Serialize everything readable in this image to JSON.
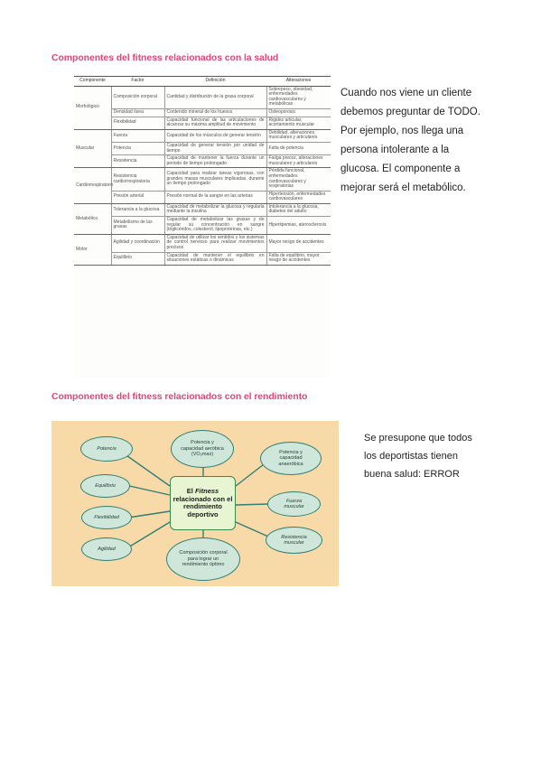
{
  "headings": {
    "health": "Componentes del fitness relacionados con la salud",
    "performance": "Componentes del fitness relacionados con el rendimiento"
  },
  "table": {
    "headers": [
      "Componente",
      "Factor",
      "Definición",
      "Alteraciones"
    ],
    "groups": [
      {
        "component": "Morfológico",
        "rows": [
          {
            "factor": "Composición corporal",
            "definition": "Cantidad y distribución de la grasa corporal",
            "alteration": "Sobrepeso, obesidad, enfermedades cardiovasculares y metabólicas"
          },
          {
            "factor": "Densidad ósea",
            "definition": "Contenido mineral de los huesos",
            "alteration": "Osteoporosis"
          },
          {
            "factor": "Flexibilidad",
            "definition": "Capacidad funcional de las articulaciones de alcanzar su máxima amplitud de movimiento",
            "alteration": "Rigidez articular, acortamiento muscular"
          }
        ]
      },
      {
        "component": "Muscular",
        "rows": [
          {
            "factor": "Fuerza",
            "definition": "Capacidad de los músculos de generar tensión",
            "alteration": "Debilidad, alteraciones musculares y articulares"
          },
          {
            "factor": "Potencia",
            "definition": "Capacidad de generar tensión por unidad de tiempo",
            "alteration": "Falta de potencia"
          },
          {
            "factor": "Resistencia",
            "definition": "Capacidad de mantener la fuerza durante un periodo de tiempo prolongado",
            "alteration": "Fatiga precoz, alteraciones musculares y articulares"
          }
        ]
      },
      {
        "component": "Cardiorrespiratorio",
        "rows": [
          {
            "factor": "Resistencia cardiorrespiratoria",
            "definition": "Capacidad para realizar tareas vigorosas, con grandes masas musculares implicadas, durante un tiempo prolongado",
            "alteration": "Pérdida funcional, enfermedades cardiovasculares y respiratorias"
          },
          {
            "factor": "Presión arterial",
            "definition": "Presión normal de la sangre en las arterias",
            "alteration": "Hipertensión, enfermedades cardiovasculares"
          }
        ]
      },
      {
        "component": "Metabólico",
        "rows": [
          {
            "factor": "Tolerancia a la glucosa",
            "definition": "Capacidad de metabolizar la glucosa y regularla mediante la insulina",
            "alteration": "Intolerancia a la glucosa, diabetes del adulto"
          },
          {
            "factor": "Metabolismo de las grasas",
            "definition": "Capacidad de metabolizar las grasas y de regular su concentración en sangre (triglicéridos, colesterol, lipoproteínas, etc.)",
            "alteration": "Hiperlipemias, aterosclerosis"
          }
        ]
      },
      {
        "component": "Motor",
        "rows": [
          {
            "factor": "Agilidad y coordinación",
            "definition": "Capacidad de utilizar los sentidos y los sistemas de control nervioso para realizar movimientos precisos",
            "alteration": "Mayor riesgo de accidentes"
          },
          {
            "factor": "Equilibrio",
            "definition": "Capacidad de mantener el equilibrio en situaciones estáticas o dinámicas",
            "alteration": "Falta de equilibrio, mayor riesgo de accidentes"
          }
        ]
      }
    ]
  },
  "note1": {
    "lines": [
      "Cuando nos viene un cliente",
      "debemos preguntar de TODO.",
      "Por ejemplo, nos llega una",
      "persona intolerante a la",
      "glucosa. El componente a",
      "mejorar será el metabólico."
    ]
  },
  "note2": {
    "lines": [
      "Se presupone que todos",
      "los deportistas tienen",
      "buena salud: ERROR"
    ]
  },
  "diagram": {
    "center": "El Fitness relacionado con el rendimiento deportivo",
    "nodes": {
      "potencia": "Potencia",
      "equilibrio": "Equilibrio",
      "flexibilidad": "Flexibilidad",
      "agilidad": "Agilidad",
      "aerobica": "Potencia y capacidad aeróbica (VO₂max)",
      "anaerobica": "Potencia y capacidad anaeróbica",
      "fuerza": "Fuerza muscular",
      "resistencia": "Resistencia muscular",
      "composicion": "Composición corporal para lograr un rendimiento óptimo"
    },
    "colors": {
      "bubble_fill": "#cfe6da",
      "bubble_border": "#2f7f74",
      "background": "#f8d9a8",
      "center_fill": "#e8f5d2"
    }
  }
}
